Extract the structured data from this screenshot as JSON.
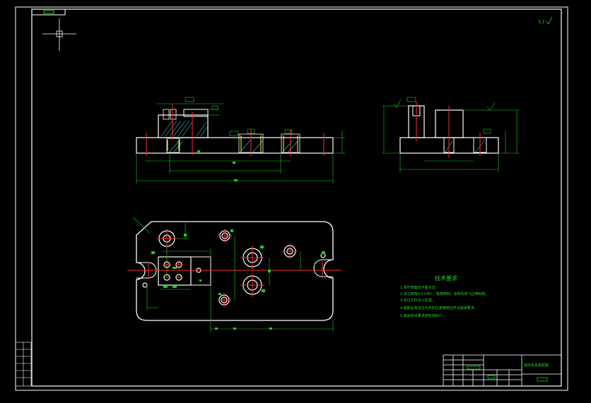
{
  "drawing": {
    "surface_note": "3.2",
    "colors": {
      "background": "#000000",
      "outline": "#ffffff",
      "dimension": "#19d019",
      "center": "#ff2a2a",
      "hatch": "#3fc8c8",
      "highlight": "#ffff33"
    }
  },
  "notes": {
    "title": "技术要求",
    "items": [
      "1.零件表面应平整光洁。",
      "2.未注倒角0.5×45°，锐角倒钝，去除毛刺飞边等缺陷。",
      "3.定位元件淬火处理。",
      "4.装配后各定位元件的位置精度应符合图纸要求。",
      "5.其余技术要求按标准执行。"
    ]
  },
  "title_block": {
    "name": "铣床夹具装配图",
    "code": ""
  }
}
